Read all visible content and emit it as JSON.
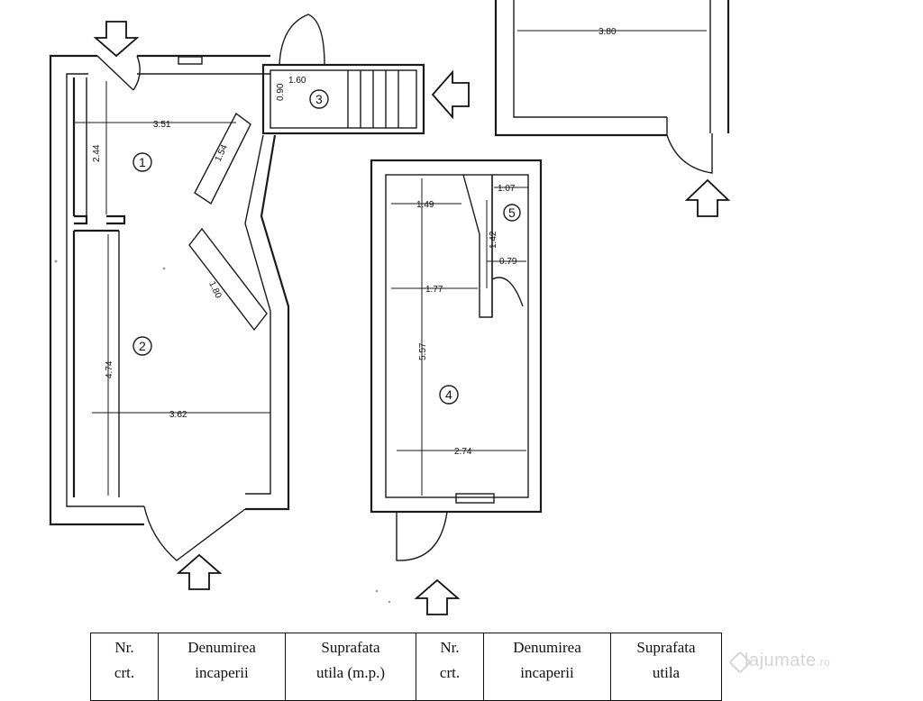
{
  "plan": {
    "rooms": [
      "1",
      "2",
      "3",
      "4",
      "5"
    ],
    "dimensions": {
      "room1_width": "3.51",
      "room1_depth": "2.44",
      "room1_diag": "1.54",
      "room2_diag": "1.80",
      "room2_depth": "4.74",
      "room2_width": "3.62",
      "room3_width": "1.60",
      "room3_depth": "0.90",
      "room4_top": "1.49",
      "room4_mid": "1.77",
      "room4_depth": "5.57",
      "room4_width": "2.74",
      "room5_width": "1.07",
      "room5_depth": "1.42",
      "room5_door": "0.79",
      "right_room_width": "3.80"
    },
    "icons": {
      "entry_arrows": "arrow-icon"
    }
  },
  "table": {
    "headers": [
      {
        "line1": "Nr.",
        "line2": "crt."
      },
      {
        "line1": "Denumirea",
        "line2": "incaperii"
      },
      {
        "line1": "Suprafata",
        "line2": "utila (m.p.)"
      },
      {
        "line1": "Nr.",
        "line2": "crt."
      },
      {
        "line1": "Denumirea",
        "line2": "incaperii"
      },
      {
        "line1": "Suprafata",
        "line2": "utila"
      }
    ]
  },
  "watermark": {
    "brand": "lajumate",
    "suffix": ".ro"
  },
  "colors": {
    "ink": "#1a1a1a",
    "paper": "#ffffff",
    "watermark": "#d2d2d2"
  }
}
